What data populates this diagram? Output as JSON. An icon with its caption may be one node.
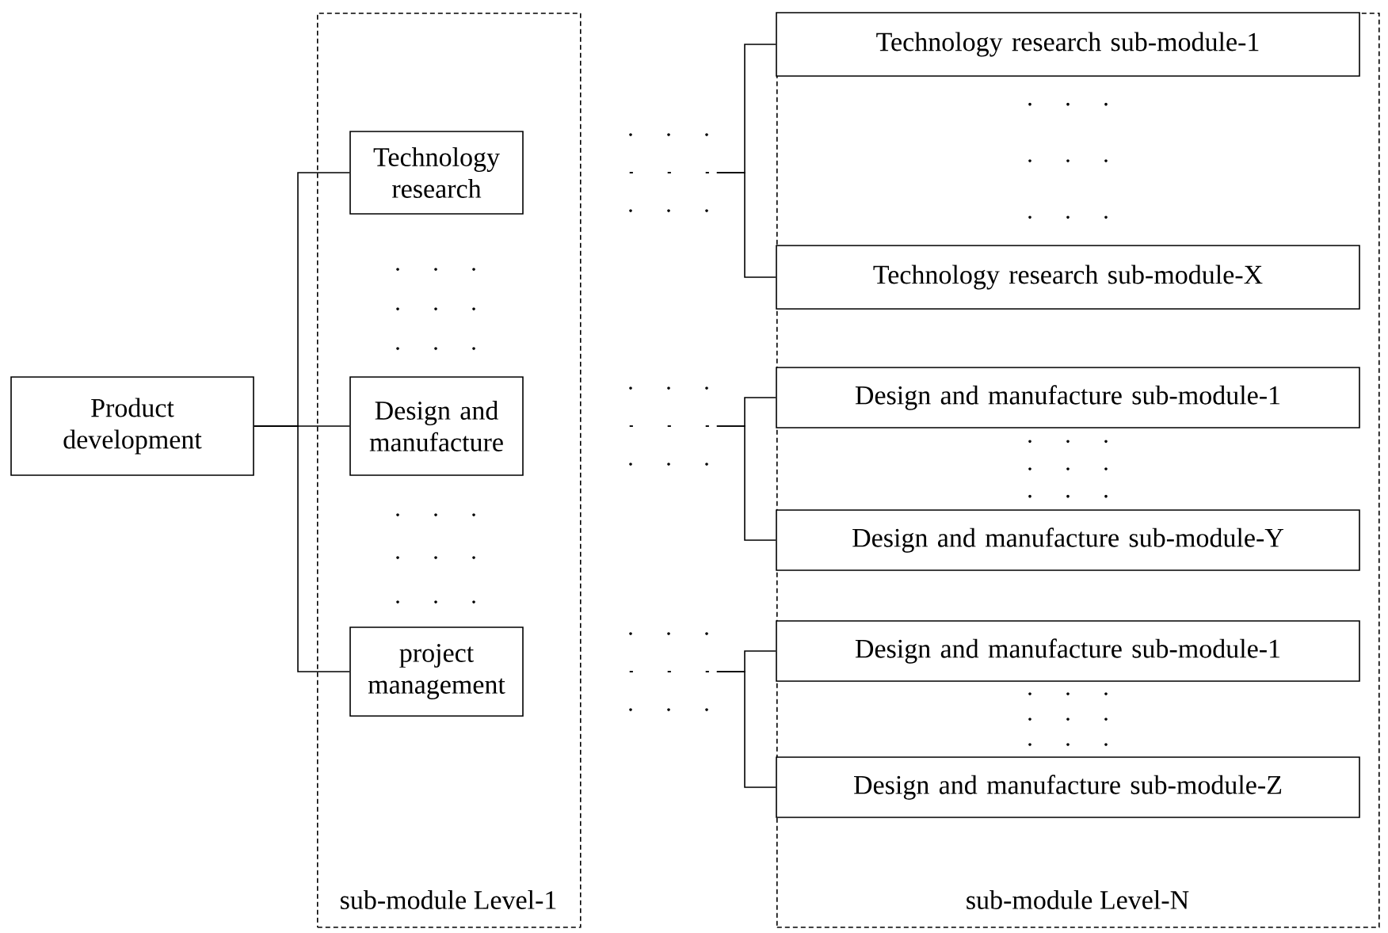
{
  "diagram": {
    "nodes": [
      {
        "text": [
          "sub-module Level-1"
        ]
      },
      {
        "text": [
          "sub-module Level-N"
        ]
      },
      {
        "text": [
          "Product development"
        ]
      },
      {
        "text": [
          "Technology research"
        ],
        "in": 0
      },
      {
        "text": [
          "Design and manufacture"
        ],
        "in": 0
      },
      {
        "text": [
          "project management"
        ],
        "in": 0
      },
      {
        "text": [
          "Technology research sub-module-1"
        ],
        "in": 1
      },
      {
        "text": [
          "Technology research sub-module-X"
        ],
        "in": 1
      },
      {
        "text": [
          "Design and manufacture sub-module-1"
        ],
        "in": 1
      },
      {
        "text": [
          "Design and manufacture sub-module-Y"
        ],
        "in": 1
      },
      {
        "text": [
          "Design and manufacture sub-module-1"
        ],
        "in": 1
      },
      {
        "text": [
          "Design and manufacture sub-module-Z"
        ],
        "in": 1
      }
    ],
    "edges": [
      {
        "from": 2,
        "to": 3,
        "arrow": "none"
      },
      {
        "from": 2,
        "to": 4,
        "arrow": "none"
      },
      {
        "from": 2,
        "to": 5,
        "arrow": "none"
      },
      {
        "from": 3,
        "to": 6,
        "arrow": "none",
        "style": "dashed"
      },
      {
        "from": 3,
        "to": 7,
        "arrow": "none",
        "style": "dashed"
      },
      {
        "from": 4,
        "to": 8,
        "arrow": "none",
        "style": "dashed"
      },
      {
        "from": 4,
        "to": 9,
        "arrow": "none",
        "style": "dashed"
      },
      {
        "from": 5,
        "to": 10,
        "arrow": "none",
        "style": "dashed"
      },
      {
        "from": 5,
        "to": 11,
        "arrow": "none",
        "style": "dashed"
      }
    ]
  }
}
